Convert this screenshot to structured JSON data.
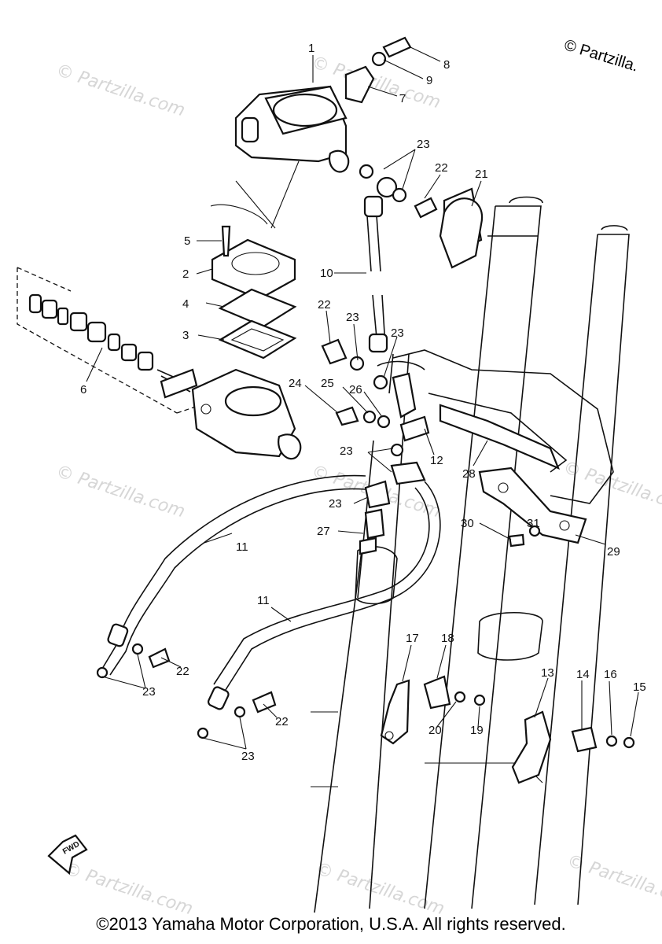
{
  "copyright": "©2013 Yamaha Motor Corporation, U.S.A. All rights reserved.",
  "brand": "© Partzilla.",
  "watermark": "© Partzilla.com",
  "fwd_label": "FWD",
  "callouts": [
    "1",
    "2",
    "3",
    "4",
    "5",
    "6",
    "7",
    "8",
    "9",
    "10",
    "11",
    "12",
    "13",
    "14",
    "15",
    "16",
    "17",
    "18",
    "19",
    "20",
    "21",
    "22",
    "23",
    "24",
    "25",
    "26",
    "27",
    "28",
    "29",
    "30",
    "31"
  ]
}
